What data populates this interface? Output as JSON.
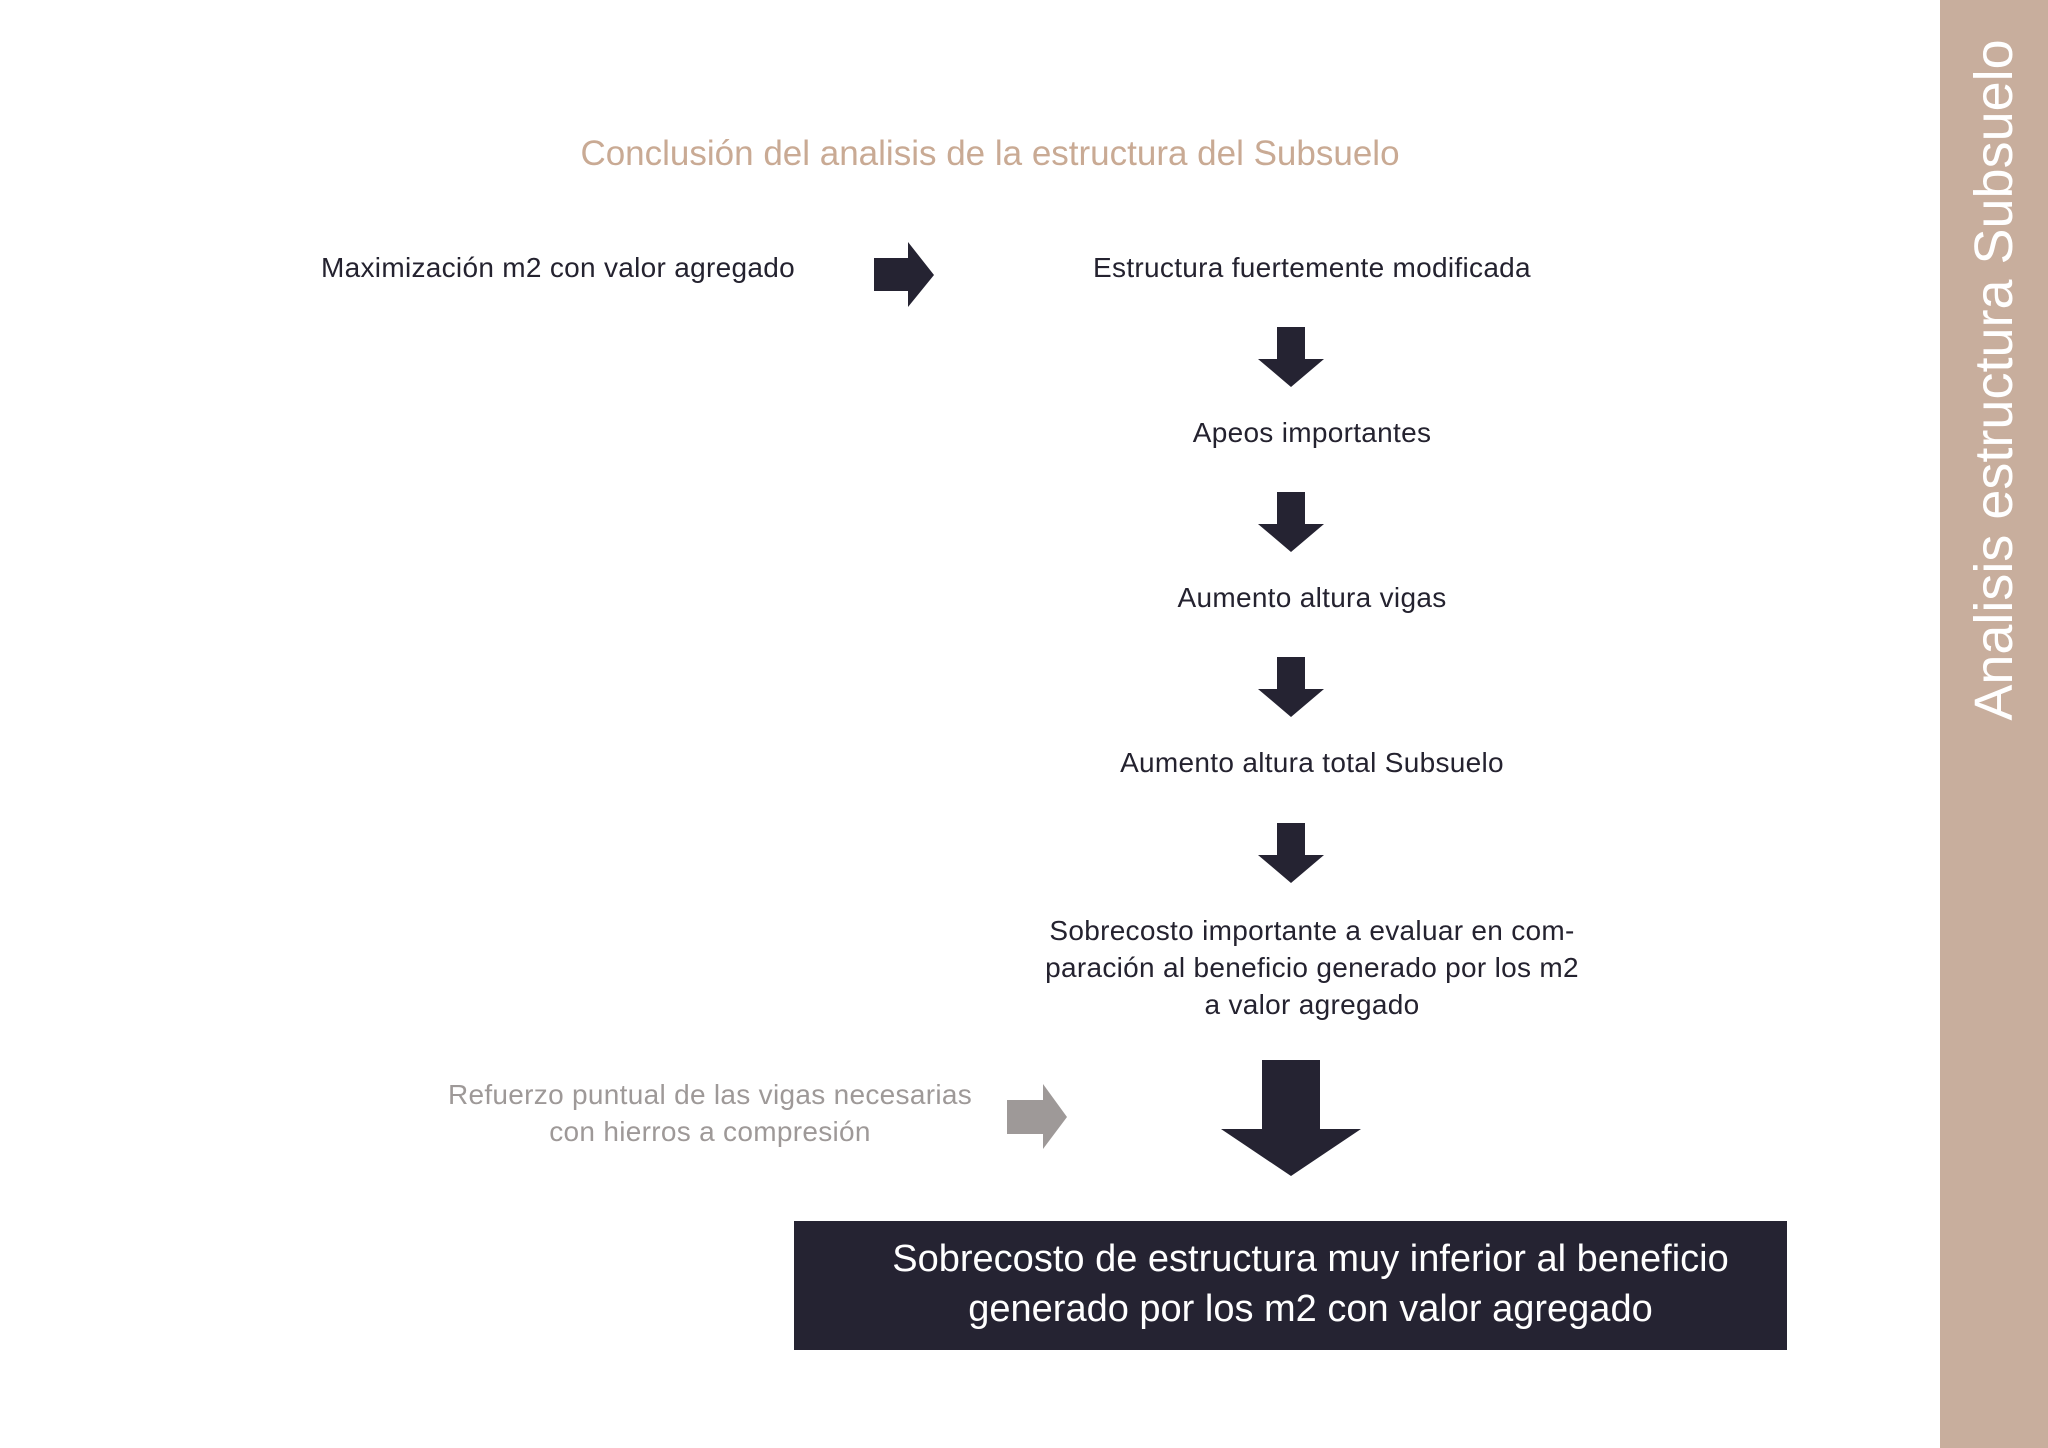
{
  "sidebar": {
    "title": "Analisis estructura Subsuelo"
  },
  "title": "Conclusión del analisis de la estructura del Subsuelo",
  "input_label": "Maximización m2 con valor agregado",
  "steps": [
    "Estructura fuertemente modificada",
    "Apeos importantes",
    "Aumento altura vigas",
    "Aumento altura total Subsuelo"
  ],
  "cost_note": {
    "lines": [
      "Sobrecosto importante a evaluar en com-",
      "paración al beneficio generado por los m2",
      "a valor agregado"
    ]
  },
  "side_input": {
    "lines": [
      "Refuerzo puntual de las vigas necesarias",
      "con hierros a compresión"
    ]
  },
  "conclusion": {
    "lines": [
      "Sobrecosto de estructura muy inferior al beneficio",
      "generado por los m2 con valor agregado"
    ]
  },
  "colors": {
    "dark": "#252332",
    "accent": "#c8ae9d",
    "grey": "#9e9998",
    "title": "#c9aa94"
  }
}
